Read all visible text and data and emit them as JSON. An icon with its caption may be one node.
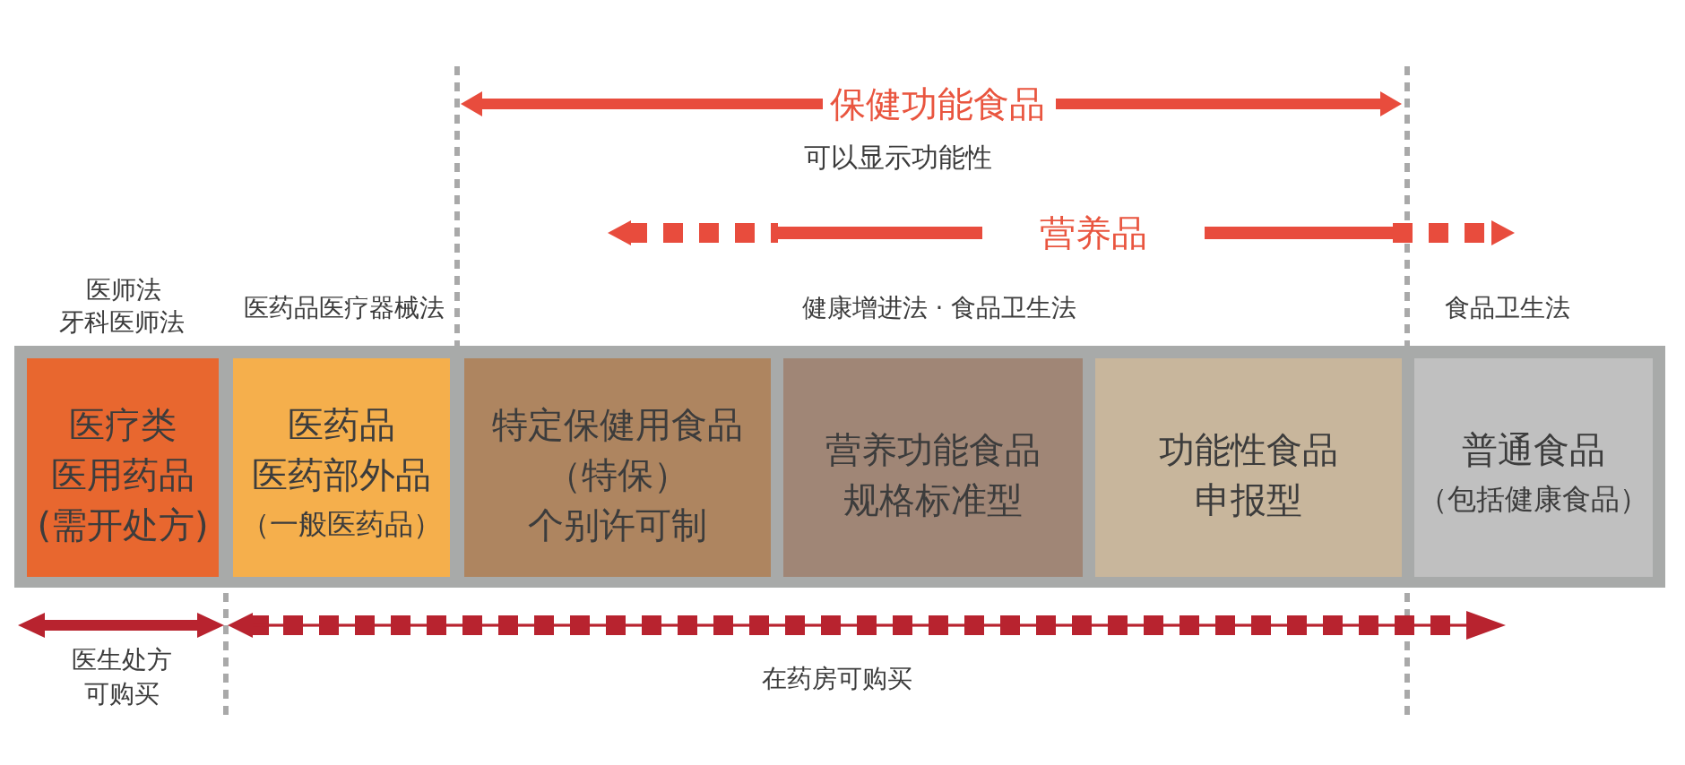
{
  "diagram": {
    "nodes": [
      {
        "text": [],
        "shape": "bar"
      },
      {
        "text": [
          "医疗类",
          "医用药品",
          "(需开处方)"
        ],
        "in": 0
      },
      {
        "text": [
          "医药品",
          "医药部外品",
          "（一般医药品）"
        ],
        "in": 0
      },
      {
        "text": [
          "特定保健用食品",
          "（特保）",
          "个别许可制"
        ],
        "in": 0
      },
      {
        "text": [
          "营养功能食品",
          "规格标准型"
        ],
        "in": 0
      },
      {
        "text": [
          "功能性食品",
          "申报型"
        ],
        "in": 0
      },
      {
        "text": [
          "普通食品",
          "（包括健康食品）"
        ],
        "in": 0
      }
    ],
    "labels": [
      "保健功能食品",
      "可以显示功能性",
      "营养品",
      "医师法",
      "牙科医师法",
      "医药品医疗器械法",
      "健康增进法 · 食品卫生法",
      "食品卫生法",
      "医生处方可购买",
      "在药房可购买"
    ]
  }
}
